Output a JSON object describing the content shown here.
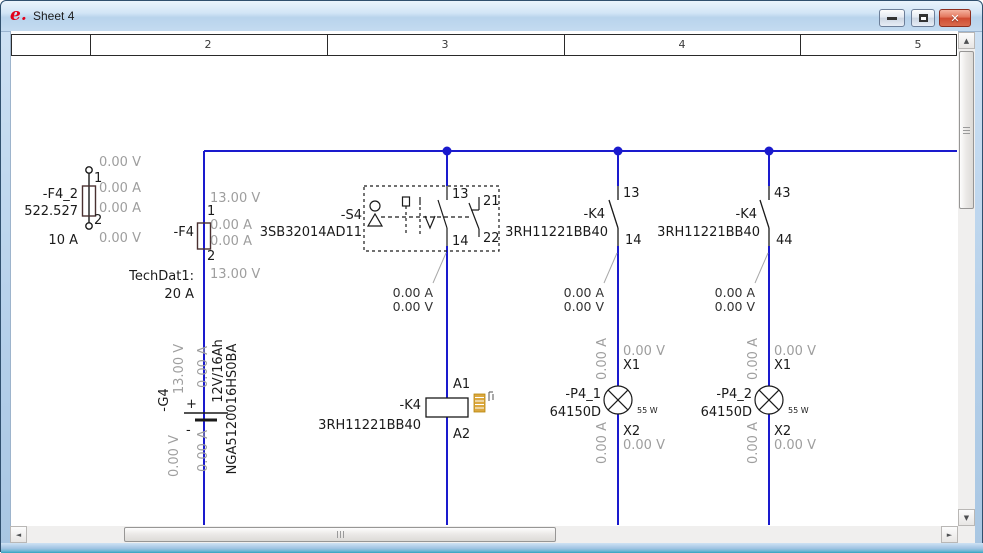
{
  "window": {
    "title": "Sheet 4",
    "logo_text": "e."
  },
  "ruler": {
    "cols": [
      "2",
      "3",
      "4",
      "5"
    ]
  },
  "colors": {
    "wire": "#1a1acd",
    "measure_gray": "#9e9e9e",
    "symbol": "#1a1a1a",
    "logo_red": "#e2001a",
    "close_button": "#cf4b31"
  },
  "components": {
    "f4_2": {
      "tag": "-F4_2",
      "value": "522.527",
      "rating": "10 A",
      "t1": "1",
      "t2": "2",
      "m1": "0.00 V",
      "m2": "0.00 A",
      "m3": "0.00 A",
      "m4": "0.00 V"
    },
    "f4": {
      "tag": "-F4",
      "t1": "1",
      "t2": "2",
      "m1": "13.00 V",
      "m2": "0.00 A",
      "m3": "0.00 A",
      "m4": "13.00 V",
      "tech_label": "TechDat1:",
      "tech_value": "20 A"
    },
    "g4": {
      "tag": "-G4",
      "plus": "+",
      "minus": "-",
      "type1": "12V/16Ah",
      "type2": "NGA5120016HS0BA",
      "m_top_left": "13.00 V",
      "m_top_right": "0.00 A",
      "m_bot_left": "0.00 V",
      "m_bot_right": "0.00 A"
    },
    "s4": {
      "tag": "-S4",
      "type": "3SB32014AD11",
      "t_no_top": "13",
      "t_no_bot": "14",
      "t_nc_top": "21",
      "t_nc_bot": "22",
      "m_a": "0.00 A",
      "m_v": "0.00 V"
    },
    "k4_contact_a": {
      "tag": "-K4",
      "type": "3RH11221BB40",
      "t_top": "13",
      "t_bot": "14",
      "m_a": "0.00 A",
      "m_v": "0.00 V"
    },
    "k4_contact_b": {
      "tag": "-K4",
      "type": "3RH11221BB40",
      "t_top": "43",
      "t_bot": "44",
      "m_a": "0.00 A",
      "m_v": "0.00 V"
    },
    "k4_coil": {
      "tag": "-K4",
      "type": "3RH11221BB40",
      "t_top": "A1",
      "t_bot": "A2"
    },
    "p4_1": {
      "tag": "-P4_1",
      "type": "64150D",
      "power": "55 W",
      "t_top": "X1",
      "t_bot": "X2",
      "m_v_top": "0.00 V",
      "m_v_bot": "0.00 V",
      "m_a_top": "0.00 A",
      "m_a_bot": "0.00 A"
    },
    "p4_2": {
      "tag": "-P4_2",
      "type": "64150D",
      "power": "55 W",
      "t_top": "X1",
      "t_bot": "X2",
      "m_v_top": "0.00 V",
      "m_v_bot": "0.00 V",
      "m_a_top": "0.00 A",
      "m_a_bot": "0.00 A"
    }
  }
}
